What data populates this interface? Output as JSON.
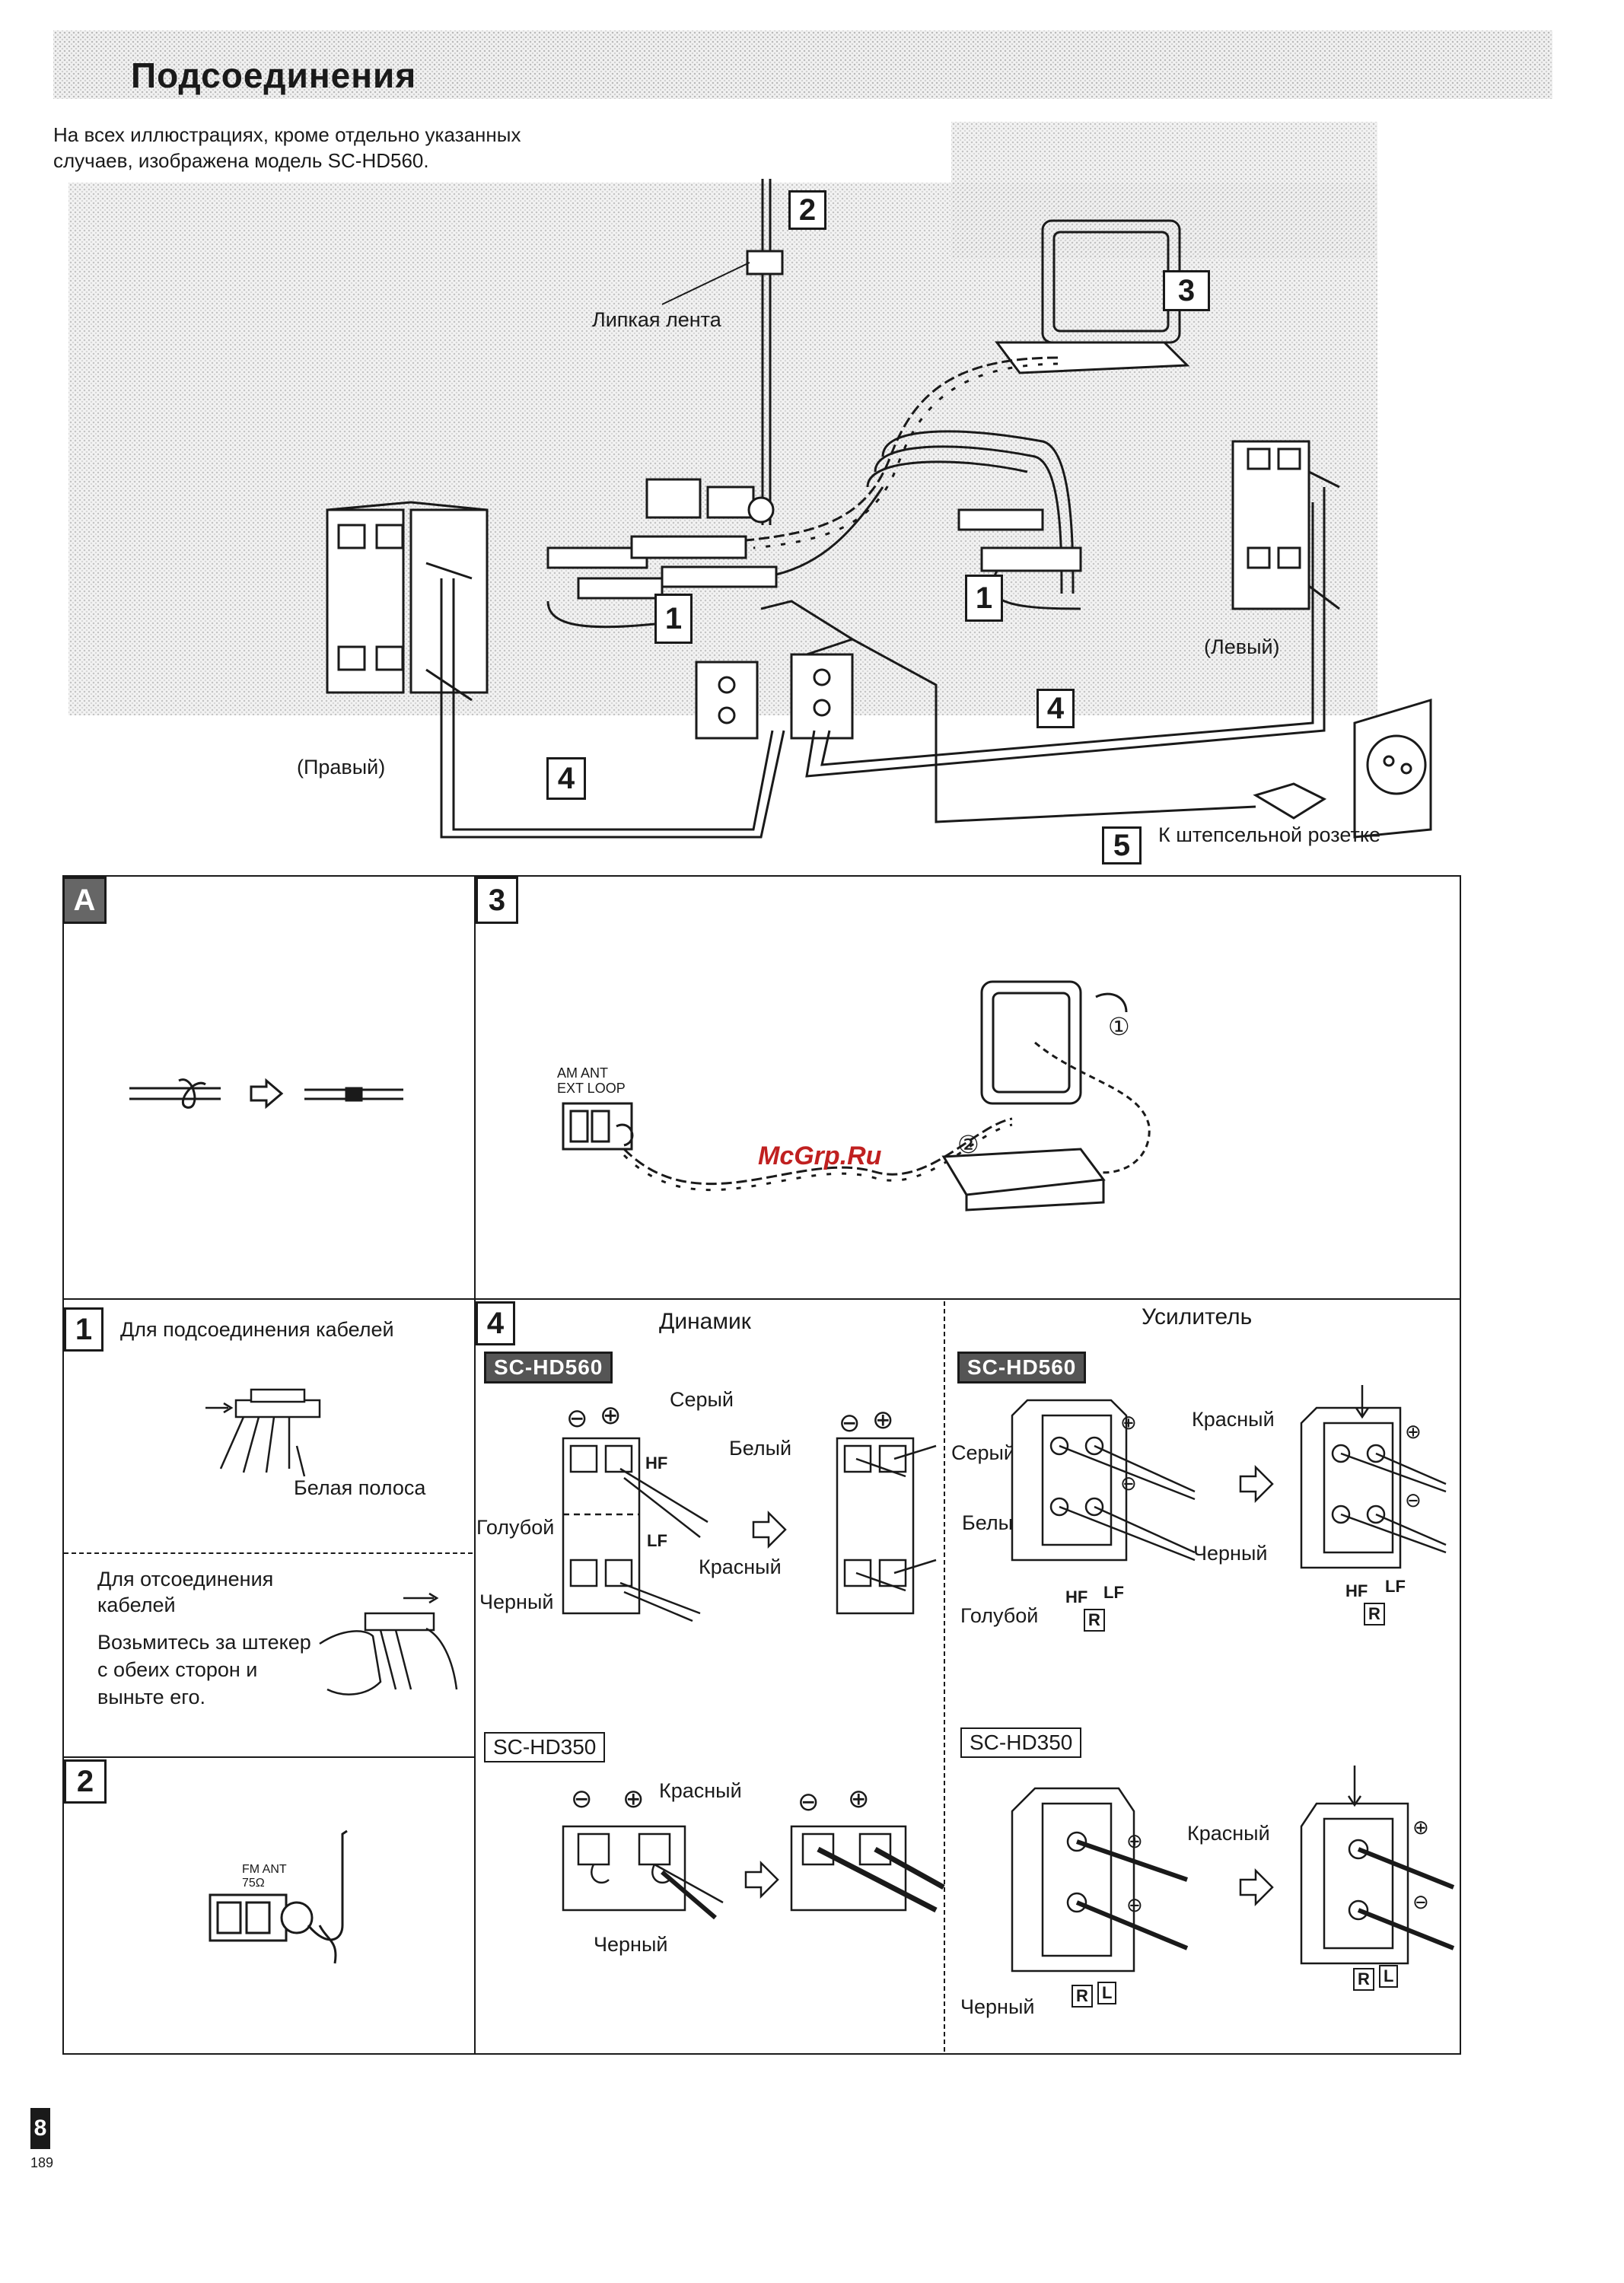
{
  "page": {
    "title": "Подсоединения",
    "subtitle": "На всех иллюстрациях, кроме отдельно указанных случаев, изображена модель SC-HD560.",
    "page_number": "189",
    "page_marker": "8",
    "watermark": "McGrp.Ru"
  },
  "main_diagram": {
    "labels": {
      "tape": "Липкая лента",
      "right": "(Правый)",
      "left": "(Левый)",
      "outlet": "К штепсельной розетке"
    },
    "callouts": [
      "1",
      "1",
      "2",
      "3",
      "4",
      "4",
      "5"
    ]
  },
  "panel_a": {
    "marker": "A"
  },
  "panel_3": {
    "marker": "3",
    "am_label": "AM ANT\nEXT LOOP",
    "step1": "①",
    "step2": "②"
  },
  "panel_1": {
    "marker": "1",
    "connect_title": "Для подсоединения кабелей",
    "white_stripe": "Белая полоса",
    "disconnect_title": "Для отсоединения кабелей",
    "disconnect_text": "Возьмитесь за штекер с обеих сторон и выньте его."
  },
  "panel_2": {
    "marker": "2",
    "fm_label": "FM ANT\n75Ω"
  },
  "panel_4": {
    "marker": "4",
    "speaker_heading": "Динамик",
    "amp_heading": "Усилитель",
    "model_560": "SC-HD560",
    "model_350": "SC-HD350",
    "colors": {
      "gray": "Серый",
      "white": "Белый",
      "blue": "Голубой",
      "red": "Красный",
      "black": "Черный"
    },
    "hf": "HF",
    "lf": "LF",
    "r": "R",
    "l": "L",
    "minus": "⊖",
    "plus": "⊕"
  },
  "colors": {
    "ink": "#1a1a1a",
    "watermark": "#c02020",
    "badge": "#555555"
  }
}
